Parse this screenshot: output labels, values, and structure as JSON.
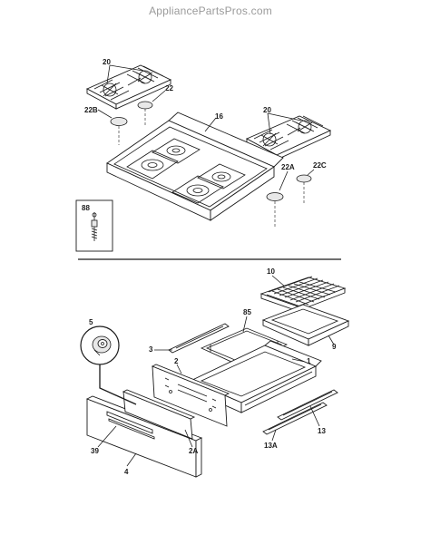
{
  "watermark": "AppliancePartsPros.com",
  "labels": {
    "l20a": "20",
    "l22": "22",
    "l22b": "22B",
    "l16": "16",
    "l20b": "20",
    "l22a": "22A",
    "l22c": "22C",
    "l88": "88",
    "l10": "10",
    "l85": "85",
    "l9": "9",
    "l5": "5",
    "l1": "1",
    "l2": "2",
    "l3": "3",
    "l39": "39",
    "l2a": "2A",
    "l4": "4",
    "l13a": "13A",
    "l13": "13"
  }
}
